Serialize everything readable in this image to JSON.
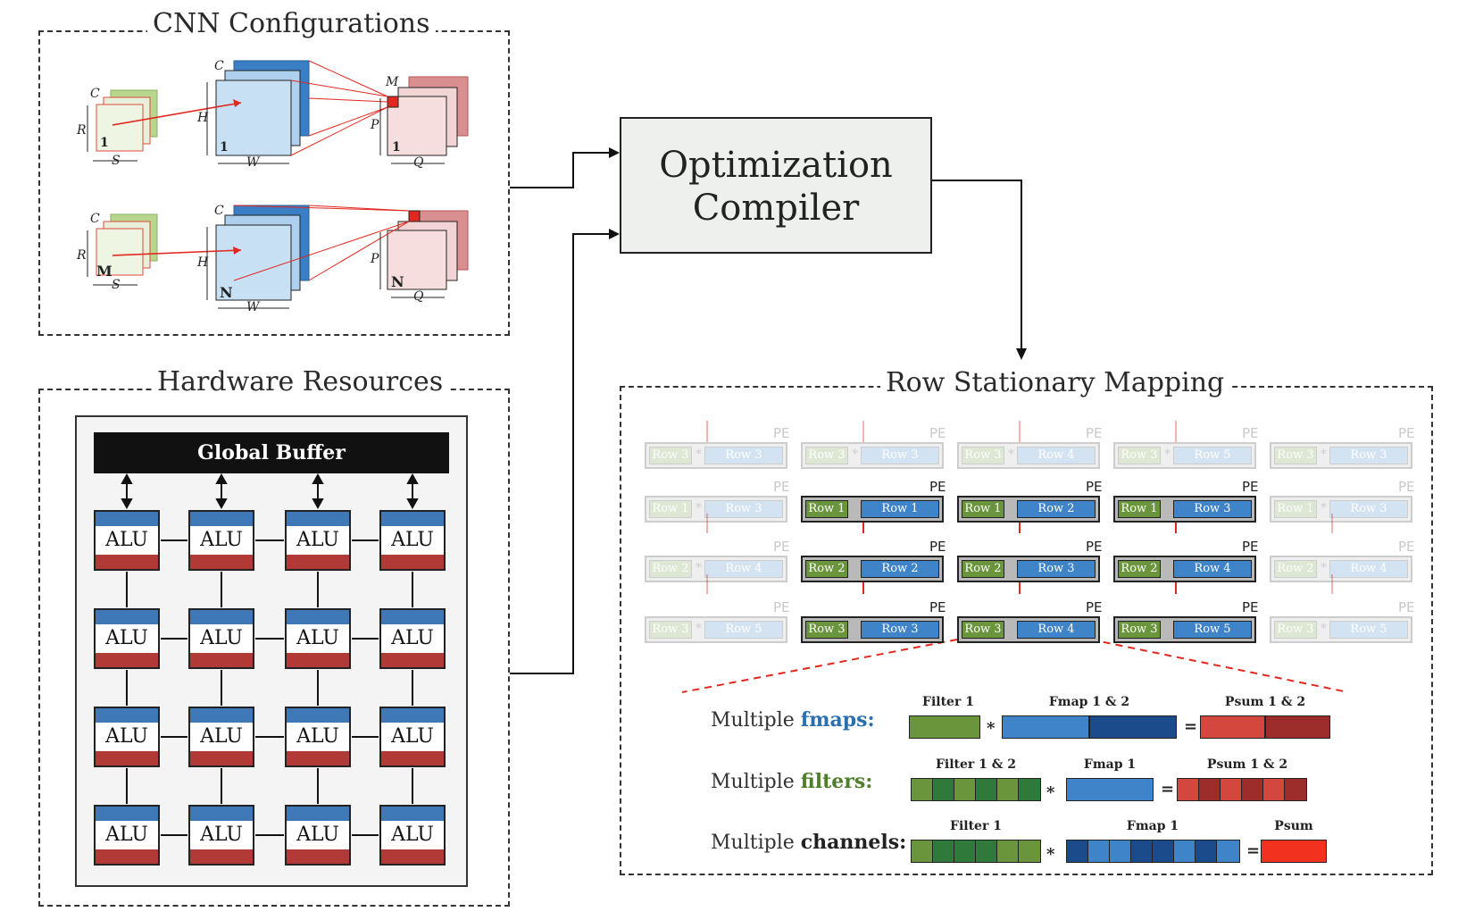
{
  "cnn": {
    "title": "CNN Configurations",
    "labels": {
      "C": "C",
      "R": "R",
      "S": "S",
      "H": "H",
      "W": "W",
      "M": "M",
      "P": "P",
      "Q": "Q",
      "one": "1",
      "Mb": "M",
      "Nb": "N"
    }
  },
  "hw": {
    "title": "Hardware Resources",
    "global_buffer": "Global Buffer",
    "alu": "ALU"
  },
  "compiler": {
    "line1": "Optimization",
    "line2": "Compiler"
  },
  "rs": {
    "title": "Row Stationary Mapping",
    "pe": "PE",
    "f1": "Row 1",
    "f2": "Row 2",
    "f3": "Row 3",
    "i1": "Row 1",
    "i2": "Row 2",
    "i3": "Row 3",
    "i4": "Row 4",
    "i5": "Row 5"
  },
  "multi": {
    "fmaps": {
      "prefix": "Multiple ",
      "key": "fmaps:",
      "a": "Filter 1",
      "b": "Fmap 1 & 2",
      "c": "Psum 1 & 2"
    },
    "filters": {
      "prefix": "Multiple ",
      "key": "filters:",
      "a": "Filter 1 & 2",
      "b": "Fmap 1",
      "c": "Psum 1 & 2"
    },
    "channels": {
      "prefix": "Multiple ",
      "key": "channels:",
      "a": "Filter 1",
      "b": "Fmap 1",
      "c": "Psum"
    },
    "star": "*",
    "eq": "="
  },
  "colors": {
    "filter_green": "#6a953d",
    "fmap_blue": "#3f83c9",
    "psum_red": "#d3473f",
    "alu_blue": "#3f78b6",
    "alu_red": "#b23a36",
    "fmaps_text": "#2a6fb0",
    "filters_text": "#4f7f2d"
  }
}
